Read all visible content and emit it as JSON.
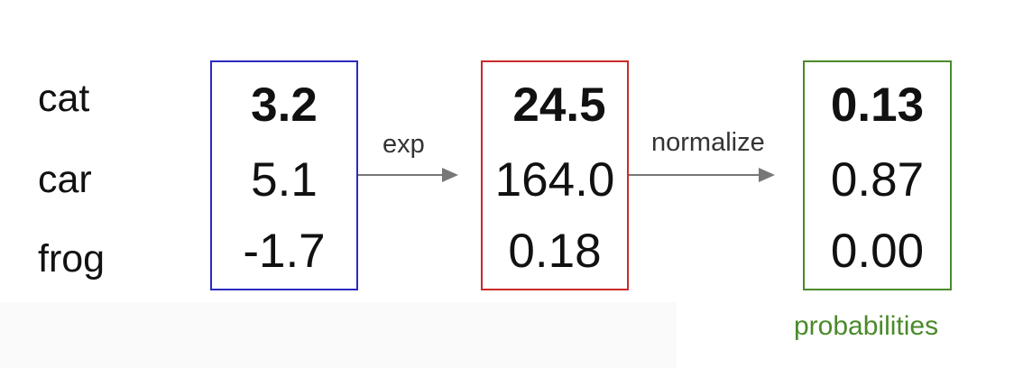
{
  "rows": {
    "labels": [
      "cat",
      "car",
      "frog"
    ]
  },
  "boxes": {
    "scores": {
      "values": [
        "3.2",
        "5.1",
        "-1.7"
      ],
      "border_color": "#2b2bbf"
    },
    "exp": {
      "values": [
        "24.5",
        "164.0",
        "0.18"
      ],
      "border_color": "#cc2a2a"
    },
    "probabilities": {
      "values": [
        "0.13",
        "0.87",
        "0.00"
      ],
      "border_color": "#4a8a2a"
    }
  },
  "operations": {
    "exp_label": "exp",
    "normalize_label": "normalize"
  },
  "caption": {
    "text": "probabilities",
    "color": "#4a8a2a"
  },
  "arrow_color": "#777777"
}
